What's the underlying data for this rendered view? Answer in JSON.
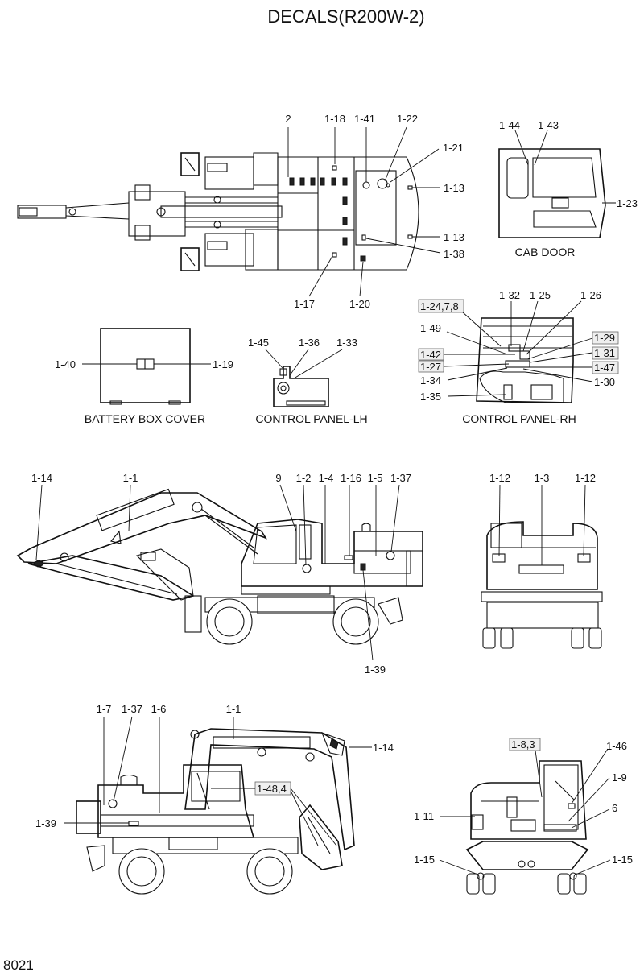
{
  "title": "DECALS(R200W-2)",
  "page_number": "8021",
  "views": {
    "top": {
      "callouts": [
        "2",
        "1-18",
        "1-41",
        "1-22",
        "1-21",
        "1-13",
        "1-13",
        "1-38",
        "1-17",
        "1-20"
      ]
    },
    "cab_door": {
      "caption": "CAB DOOR",
      "callouts": [
        "1-44",
        "1-43",
        "1-23"
      ]
    },
    "battery_box_cover": {
      "caption": "BATTERY BOX COVER",
      "callouts": [
        "1-40",
        "1-19"
      ]
    },
    "control_panel_lh": {
      "caption": "CONTROL PANEL-LH",
      "callouts": [
        "1-45",
        "1-36",
        "1-33"
      ]
    },
    "control_panel_rh": {
      "caption": "CONTROL PANEL-RH",
      "callouts": [
        "1-24,7,8",
        "1-32",
        "1-25",
        "1-26",
        "1-49",
        "1-29",
        "1-42",
        "1-31",
        "1-27",
        "1-47",
        "1-34",
        "1-30",
        "1-35"
      ]
    },
    "side_right": {
      "callouts": [
        "1-14",
        "1-1",
        "9",
        "1-2",
        "1-4",
        "1-16",
        "1-5",
        "1-37",
        "1-39"
      ]
    },
    "rear": {
      "callouts": [
        "1-12",
        "1-3",
        "1-12"
      ]
    },
    "side_left": {
      "callouts": [
        "1-7",
        "1-37",
        "1-6",
        "1-1",
        "1-14",
        "1-48,4",
        "1-39"
      ]
    },
    "front": {
      "callouts": [
        "1-8,3",
        "1-46",
        "1-9",
        "6",
        "1-11",
        "1-15",
        "1-15"
      ]
    }
  }
}
